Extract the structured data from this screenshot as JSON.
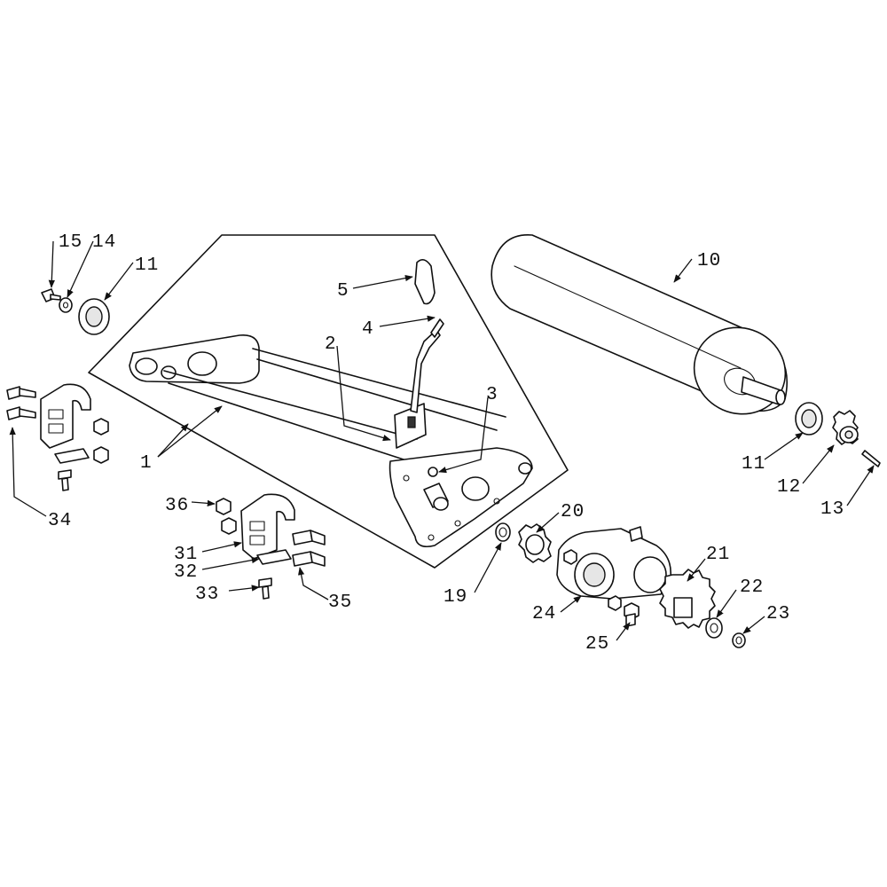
{
  "diagram": {
    "callouts": [
      {
        "id": "c1",
        "text": "1"
      },
      {
        "id": "c2",
        "text": "2"
      },
      {
        "id": "c3",
        "text": "3"
      },
      {
        "id": "c4",
        "text": "4"
      },
      {
        "id": "c5",
        "text": "5"
      },
      {
        "id": "c10",
        "text": "10"
      },
      {
        "id": "c11a",
        "text": "11"
      },
      {
        "id": "c11b",
        "text": "11"
      },
      {
        "id": "c12",
        "text": "12"
      },
      {
        "id": "c13",
        "text": "13"
      },
      {
        "id": "c14",
        "text": "14"
      },
      {
        "id": "c15",
        "text": "15"
      },
      {
        "id": "c19",
        "text": "19"
      },
      {
        "id": "c20",
        "text": "20"
      },
      {
        "id": "c21",
        "text": "21"
      },
      {
        "id": "c22",
        "text": "22"
      },
      {
        "id": "c23",
        "text": "23"
      },
      {
        "id": "c24",
        "text": "24"
      },
      {
        "id": "c25",
        "text": "25"
      },
      {
        "id": "c31",
        "text": "31"
      },
      {
        "id": "c32",
        "text": "32"
      },
      {
        "id": "c33",
        "text": "33"
      },
      {
        "id": "c34",
        "text": "34"
      },
      {
        "id": "c35",
        "text": "35"
      },
      {
        "id": "c36",
        "text": "36"
      }
    ]
  }
}
